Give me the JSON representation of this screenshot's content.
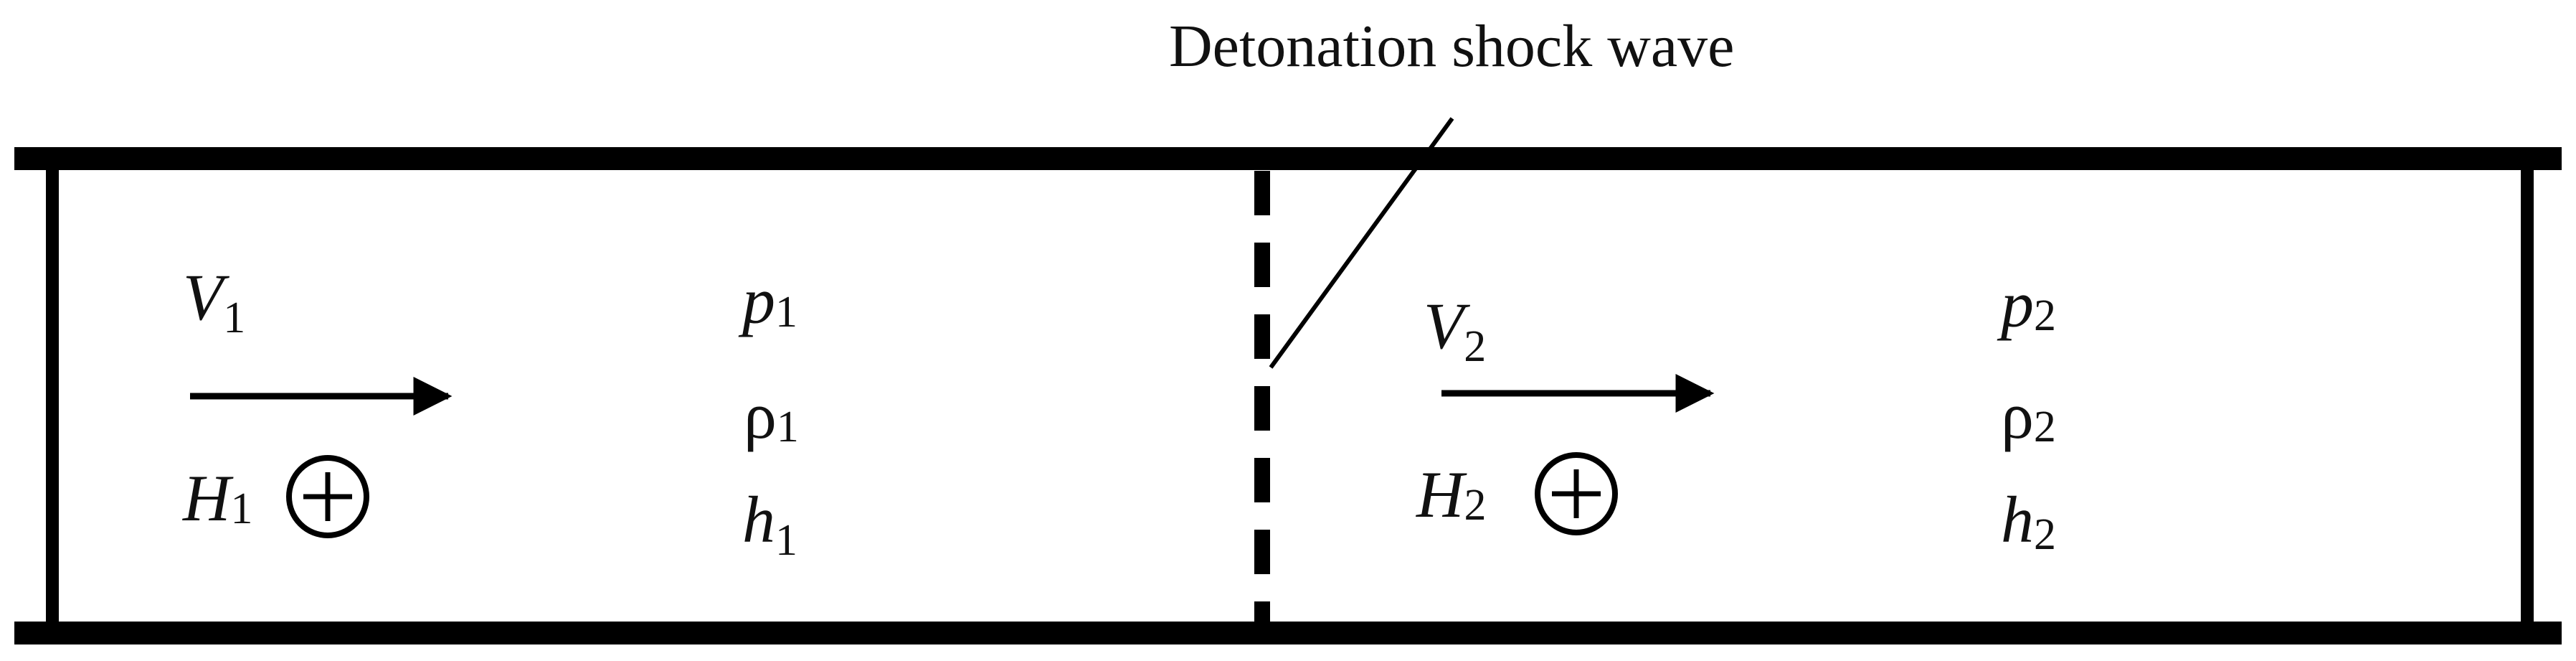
{
  "diagram": {
    "shock_label": "Detonation shock wave",
    "upstream": {
      "velocity": {
        "symbol": "V",
        "subscript": "1"
      },
      "pressure": {
        "symbol": "p",
        "subscript": "1"
      },
      "density": {
        "symbol": "ρ",
        "subscript": "1"
      },
      "enthalpy": {
        "symbol": "h",
        "subscript": "1"
      },
      "heat": {
        "symbol": "H",
        "subscript": "1"
      }
    },
    "downstream": {
      "velocity": {
        "symbol": "V",
        "subscript": "2"
      },
      "pressure": {
        "symbol": "p",
        "subscript": "2"
      },
      "density": {
        "symbol": "ρ",
        "subscript": "2"
      },
      "enthalpy": {
        "symbol": "h",
        "subscript": "2"
      },
      "heat": {
        "symbol": "H",
        "subscript": "2"
      }
    },
    "heat_addition_symbol": "+"
  }
}
